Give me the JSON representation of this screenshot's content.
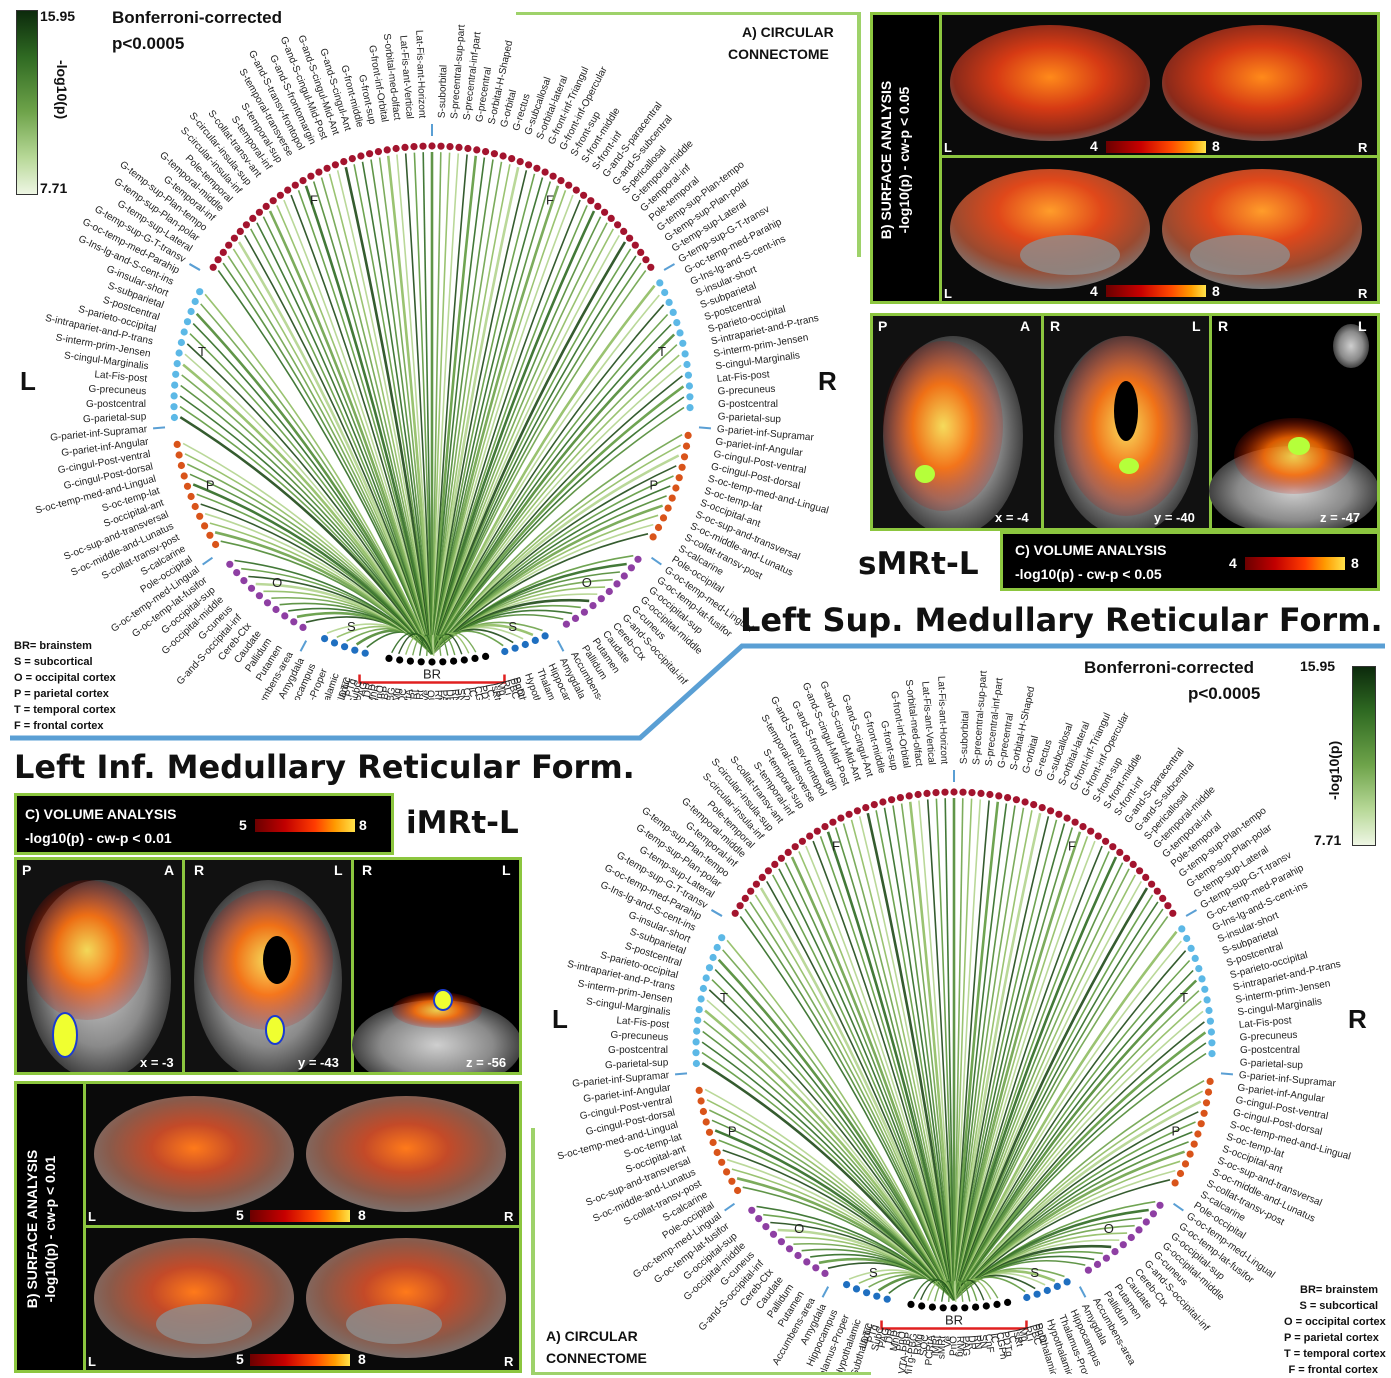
{
  "top": {
    "colorbar": {
      "max": "15.95",
      "min": "7.71",
      "label": "-log10(p)"
    },
    "bonferroni": {
      "line1": "Bonferroni-corrected",
      "line2": "p<0.0005"
    },
    "circular_label": {
      "line1": "A) CIRCULAR",
      "line2": "CONNECTOME"
    },
    "side_L": "L",
    "side_R": "R",
    "legend": [
      "BR= brainstem",
      "S = subcortical",
      "O = occipital cortex",
      "P = parietal cortex",
      "T = temporal cortex",
      "F = frontal cortex"
    ],
    "ring_labels": {
      "F1": "F",
      "F2": "F",
      "T1": "T",
      "T2": "T",
      "P1": "P",
      "P2": "P",
      "O1": "O",
      "O2": "O",
      "S1": "S",
      "S2": "S",
      "BR": "BR"
    },
    "surface": {
      "title": "B) SURFACE ANALYSIS",
      "subtitle": "-log10(p) - cw-p < 0.05",
      "cbar_min": "4",
      "cbar_max": "8",
      "L": "L",
      "R": "R"
    },
    "volume": {
      "title": "C) VOLUME ANALYSIS",
      "subtitle": "-log10(p) - cw-p < 0.05",
      "cbar_min": "4",
      "cbar_max": "8",
      "slices": [
        {
          "tl": "P",
          "tr": "A",
          "coord": "x = -4"
        },
        {
          "tl": "R",
          "tr": "L",
          "coord": "y = -40"
        },
        {
          "tl": "R",
          "tr": "L",
          "coord": "z = -47"
        }
      ]
    },
    "abbrev": "sMRt-L",
    "title": "Left Sup. Medullary Reticular Form."
  },
  "bottom": {
    "title": "Left Inf. Medullary Reticular Form.",
    "abbrev": "iMRt-L",
    "colorbar": {
      "max": "15.95",
      "min": "7.71",
      "label": "-log10(p)"
    },
    "bonferroni": {
      "line1": "Bonferroni-corrected",
      "line2": "p<0.0005"
    },
    "circular_label": {
      "line1": "A) CIRCULAR",
      "line2": "CONNECTOME"
    },
    "side_L": "L",
    "side_R": "R",
    "legend": [
      "BR= brainstem",
      "S = subcortical",
      "O = occipital cortex",
      "P = parietal cortex",
      "T = temporal cortex",
      "F = frontal cortex"
    ],
    "ring_labels": {
      "F1": "F",
      "F2": "F",
      "T1": "T",
      "T2": "T",
      "P1": "P",
      "P2": "P",
      "O1": "O",
      "O2": "O",
      "S1": "S",
      "S2": "S",
      "BR": "BR"
    },
    "volume": {
      "title": "C) VOLUME ANALYSIS",
      "subtitle": "-log10(p) - cw-p < 0.01",
      "cbar_min": "5",
      "cbar_max": "8",
      "slices": [
        {
          "tl": "P",
          "tr": "A",
          "coord": "x = -3"
        },
        {
          "tl": "R",
          "tr": "L",
          "coord": "y = -43"
        },
        {
          "tl": "R",
          "tr": "L",
          "coord": "z = -56"
        }
      ]
    },
    "surface": {
      "title": "B) SURFACE ANALYSIS",
      "subtitle": "-log10(p) - cw-p < 0.01",
      "cbar_min": "5",
      "cbar_max": "8",
      "L": "L",
      "R": "R"
    }
  },
  "region_labels_left": [
    "Lat-Fis-ant-Horizont",
    "Lat-Fis-ant-Vertical",
    "S-orbital-med-olfact",
    "G-front-inf-Orbital",
    "G-front-sup",
    "G-front-middle",
    "G-and-S-cingul-Ant",
    "G-and-S-cingul-Mid-Ant",
    "G-and-S-cingul-Mid-Post",
    "G-and-S-frontomargin",
    "G-and-S-transv-frontopol",
    "S-temporal-transverse",
    "S-temporal-sup",
    "S-temporal-inf",
    "S-collat-transv-ant",
    "S-circular-insula-sup",
    "S-circular-insula-inf",
    "Pole-temporal",
    "G-temporal-middle",
    "G-temporal-inf",
    "G-temp-sup-Plan-tempo",
    "G-temp-sup-Plan-polar",
    "G-temp-sup-Lateral",
    "G-temp-sup-G-T-transv",
    "G-oc-temp-med-Parahip",
    "G-Ins-lg-and-S-cent-ins",
    "G-insular-short",
    "S-subparietal",
    "S-postcentral",
    "S-parieto-occipital",
    "S-intrapariet-and-P-trans",
    "S-interm-prim-Jensen",
    "S-cingul-Marginalis",
    "Lat-Fis-post",
    "G-precuneus",
    "G-postcentral",
    "G-parietal-sup",
    "G-pariet-inf-Supramar",
    "G-pariet-inf-Angular",
    "G-cingul-Post-ventral",
    "G-cingul-Post-dorsal",
    "S-oc-temp-med-and-Lingual",
    "S-oc-temp-lat",
    "S-occipital-ant",
    "S-oc-sup-and-transversal",
    "S-oc-middle-and-Lunatus",
    "S-collat-transv-post",
    "S-calcarine",
    "Pole-occipital",
    "G-oc-temp-med-Lingual",
    "G-oc-temp-lat-fusifor",
    "G-occipital-sup",
    "G-occipital-middle",
    "G-cuneus",
    "G-and-S-occipital-inf",
    "Cereb-Ctx",
    "Caudate",
    "Pallidum",
    "Putamen",
    "Accumbens-area",
    "Amygdala",
    "Hippocampus",
    "Thalamus-Proper",
    "Hypothalamic",
    "Subthalamic"
  ],
  "region_labels_right": [
    "S-suborbital",
    "S-precentral-sup-part",
    "S-precentral-inf-part",
    "G-precentral",
    "S-orbital-H-Shaped",
    "G-orbital",
    "G-rectus",
    "G-subcallosal",
    "S-orbital-lateral",
    "G-front-inf-Triangul",
    "G-front-inf-Opercular",
    "S-front-sup",
    "S-front-middle",
    "S-front-inf",
    "G-and-S-paracentral",
    "G-and-S-subcentral",
    "S-pericallosal",
    "G-temporal-middle",
    "G-temporal-inf",
    "Pole-temporal",
    "G-temp-sup-Plan-tempo",
    "G-temp-sup-Plan-polar",
    "G-temp-sup-Lateral",
    "G-temp-sup-G-T-transv",
    "G-oc-temp-med-Parahip",
    "G-Ins-lg-and-S-cent-ins",
    "S-insular-short",
    "S-subparietal",
    "S-postcentral",
    "S-parieto-occipital",
    "S-intrapariet-and-P-trans",
    "S-interm-prim-Jensen",
    "S-cingul-Marginalis",
    "Lat-Fis-post",
    "G-precuneus",
    "G-postcentral",
    "G-parietal-sup",
    "G-pariet-inf-Supramar",
    "G-pariet-inf-Angular",
    "G-cingul-Post-ventral",
    "G-cingul-Post-dorsal",
    "S-oc-temp-med-and-Lingual",
    "S-oc-temp-lat",
    "S-occipital-ant",
    "S-oc-sup-and-transversal",
    "S-oc-middle-and-Lunatus",
    "S-collat-transv-post",
    "S-calcarine",
    "Pole-occipital",
    "G-oc-temp-med-Lingual",
    "G-oc-temp-lat-fusifor",
    "G-occipital-sup",
    "G-occipital-middle",
    "G-cuneus",
    "G-and-S-occipital-inf",
    "Cereb-Ctx",
    "Caudate",
    "Putamen",
    "Pallidum",
    "Accumbens-area",
    "Amygdala",
    "Hippocampus",
    "Thalamus-Proper",
    "Hypothalamic",
    "Subthalamic"
  ],
  "brainstem_labels": [
    "LDTC",
    "PTg",
    "SubC",
    "PAG",
    "DR",
    "MnR",
    "PnO",
    "VTA-PBP",
    "MiTg-PBG",
    "RMg",
    "SOC",
    "PCRtA",
    "iMRt",
    "sMRt",
    "Ve",
    "PnO",
    "RMg",
    "PAG",
    "DR",
    "RN",
    "SN",
    "CnF",
    "IC",
    "CGPn",
    "PDTg",
    "LC",
    "IsRt",
    "Mg",
    "RLi",
    "PBC",
    "PnO"
  ],
  "colors": {
    "frontal": "#a3142e",
    "temporal": "#5cb8e6",
    "parietal": "#d9541a",
    "occipital": "#8e3fa3",
    "subcortical": "#1f6fc0",
    "brainstem": "#000000",
    "bracket": "#e02020",
    "divider": "#5a9fd4",
    "panel_border": "#8cc63f"
  }
}
